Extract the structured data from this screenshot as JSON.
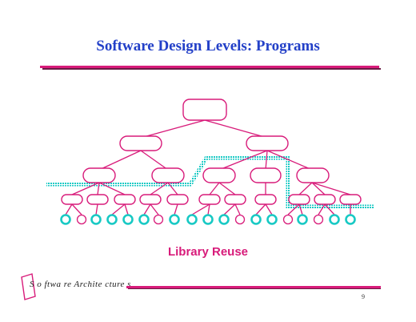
{
  "slide": {
    "title": "Software Design Levels: Programs",
    "caption": "Library Reuse",
    "footer": "S o ftwa re  Archite cture s",
    "page_number": "9"
  },
  "colors": {
    "title": "#2340c8",
    "accent": "#d81b7a",
    "node_stroke": "#d81b7a",
    "leaf_stroke": "#18c9c4",
    "library_outline": "#18c9c4"
  }
}
